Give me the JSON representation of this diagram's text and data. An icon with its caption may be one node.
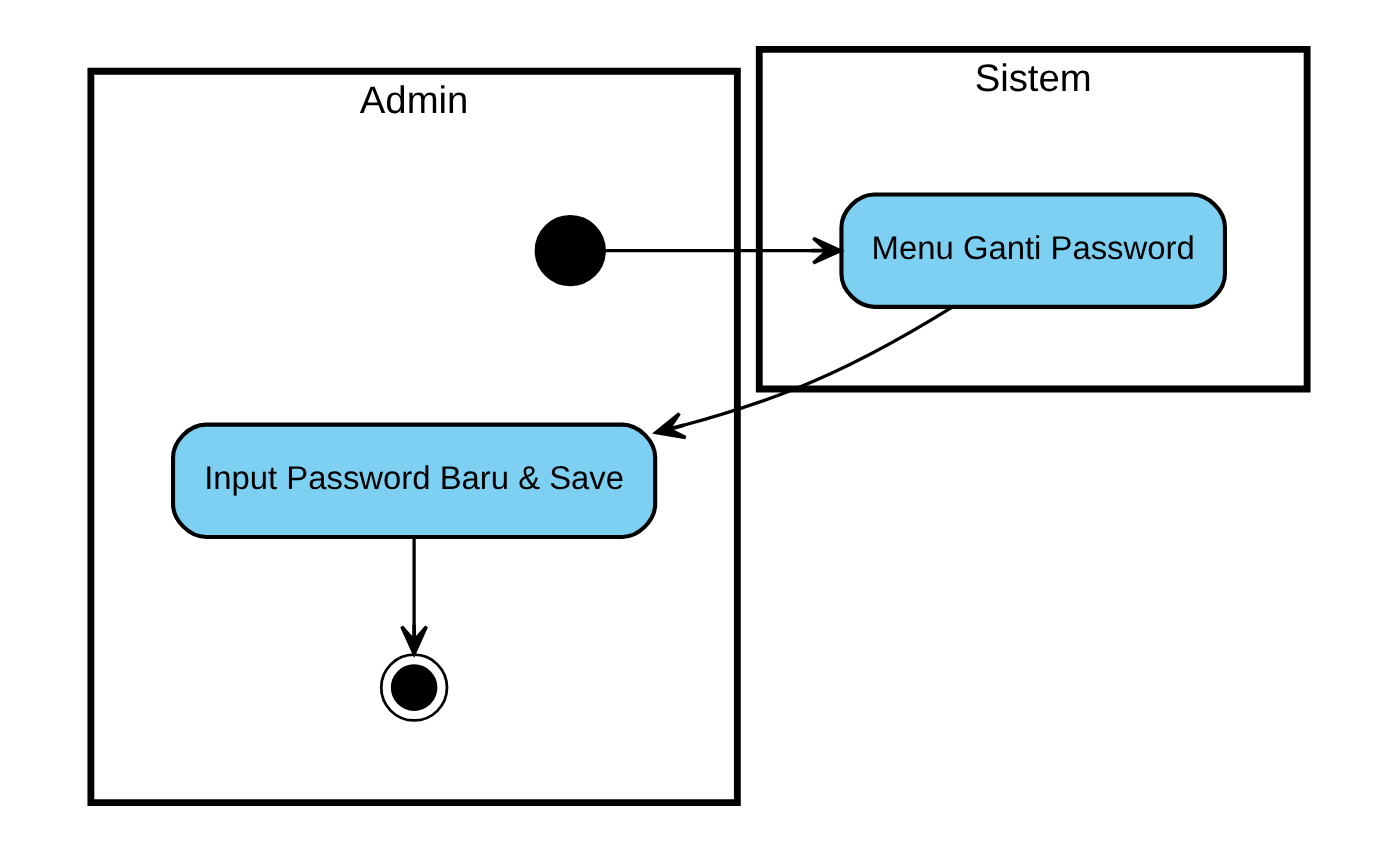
{
  "diagram": {
    "nodes": [
      {
        "text": [
          "Admin"
        ]
      },
      {
        "text": [
          "Sistem"
        ]
      },
      {
        "text": [],
        "shape": "circle",
        "in": 0
      },
      {
        "text": [
          "Menu Ganti Password"
        ],
        "in": 1
      },
      {
        "text": [
          "Input Password Baru & Save"
        ],
        "in": 0
      },
      {
        "text": [],
        "shape": "circle",
        "in": 0
      }
    ],
    "edges": [
      {
        "from": 2,
        "to": 3,
        "arrow": "to"
      },
      {
        "from": 3,
        "to": 4,
        "arrow": "to"
      },
      {
        "from": 4,
        "to": 5,
        "arrow": "to"
      }
    ]
  }
}
